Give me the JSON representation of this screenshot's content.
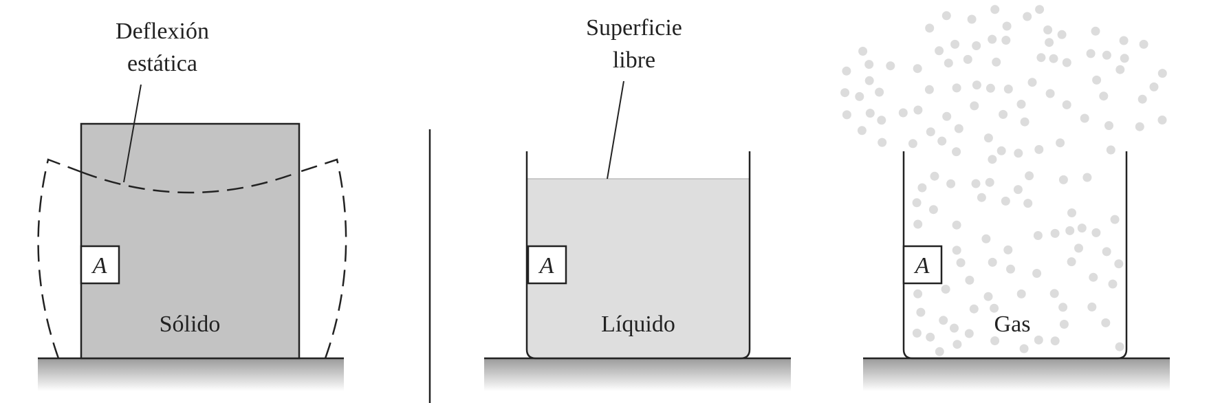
{
  "solid": {
    "callout": [
      "Deflexión",
      "estática"
    ],
    "material_label": "Sólido",
    "point_label": "A",
    "fill_color": "#c3c3c3"
  },
  "liquid": {
    "callout": [
      "Superficie",
      "libre"
    ],
    "material_label": "Líquido",
    "point_label": "A",
    "fill_color": "#dedede"
  },
  "gas": {
    "material_label": "Gas",
    "point_label": "A",
    "particle_color": "#dcdcdc"
  },
  "colors": {
    "line": "#222222",
    "ground_top": "#9a9a9a",
    "ground_bottom": "#ffffff"
  }
}
